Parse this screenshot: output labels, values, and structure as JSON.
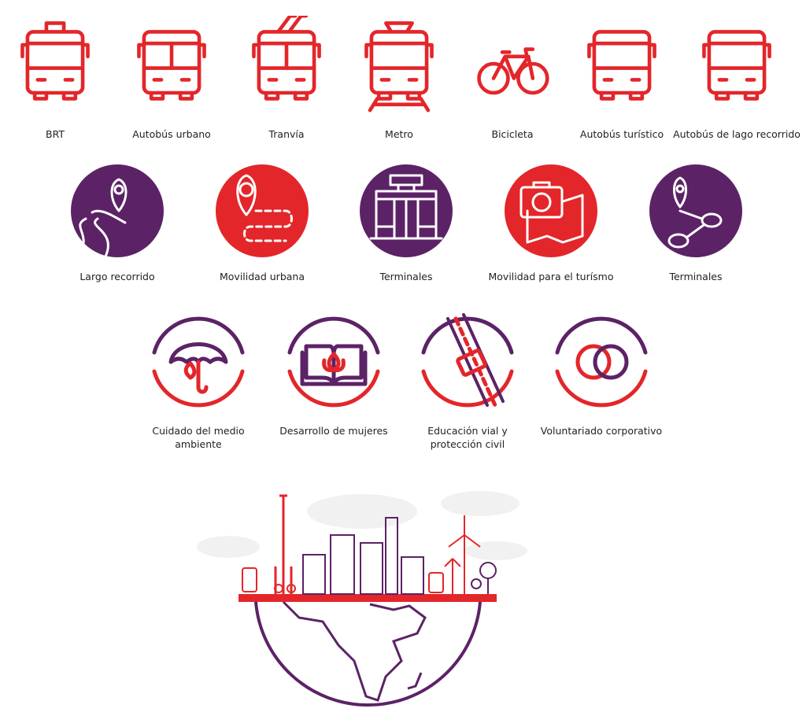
{
  "colors": {
    "red": "#e3262a",
    "purple": "#5c2266",
    "text": "#222222"
  },
  "transport": [
    {
      "icon": "brt-bus-icon",
      "label": "BRT"
    },
    {
      "icon": "city-bus-icon",
      "label": "Autobús urbano"
    },
    {
      "icon": "tram-icon",
      "label": "Tranvía"
    },
    {
      "icon": "metro-icon",
      "label": "Metro"
    },
    {
      "icon": "bicycle-icon",
      "label": "Bicicleta"
    },
    {
      "icon": "tour-bus-icon",
      "label": "Autobús turístico"
    },
    {
      "icon": "coach-bus-icon",
      "label": "Autobús de lago recorrido"
    }
  ],
  "services": [
    {
      "icon": "winding-road-pin-icon",
      "label": "Largo recorrido"
    },
    {
      "icon": "urban-route-pin-icon",
      "label": "Movilidad urbana"
    },
    {
      "icon": "terminal-building-icon",
      "label": "Terminales"
    },
    {
      "icon": "camera-map-icon",
      "label": "Movilidad para el turísmo"
    },
    {
      "icon": "route-nodes-icon",
      "label": "Terminales"
    }
  ],
  "csr": [
    {
      "icon": "umbrella-leaf-icon",
      "label": "Cuidado del medio ambiente"
    },
    {
      "icon": "book-lotus-icon",
      "label": "Desarrollo de mujeres"
    },
    {
      "icon": "seatbelt-road-icon",
      "label": "Educación vial y protección civil"
    },
    {
      "icon": "cycle-arrows-icon",
      "label": "Voluntariado corporativo"
    }
  ]
}
